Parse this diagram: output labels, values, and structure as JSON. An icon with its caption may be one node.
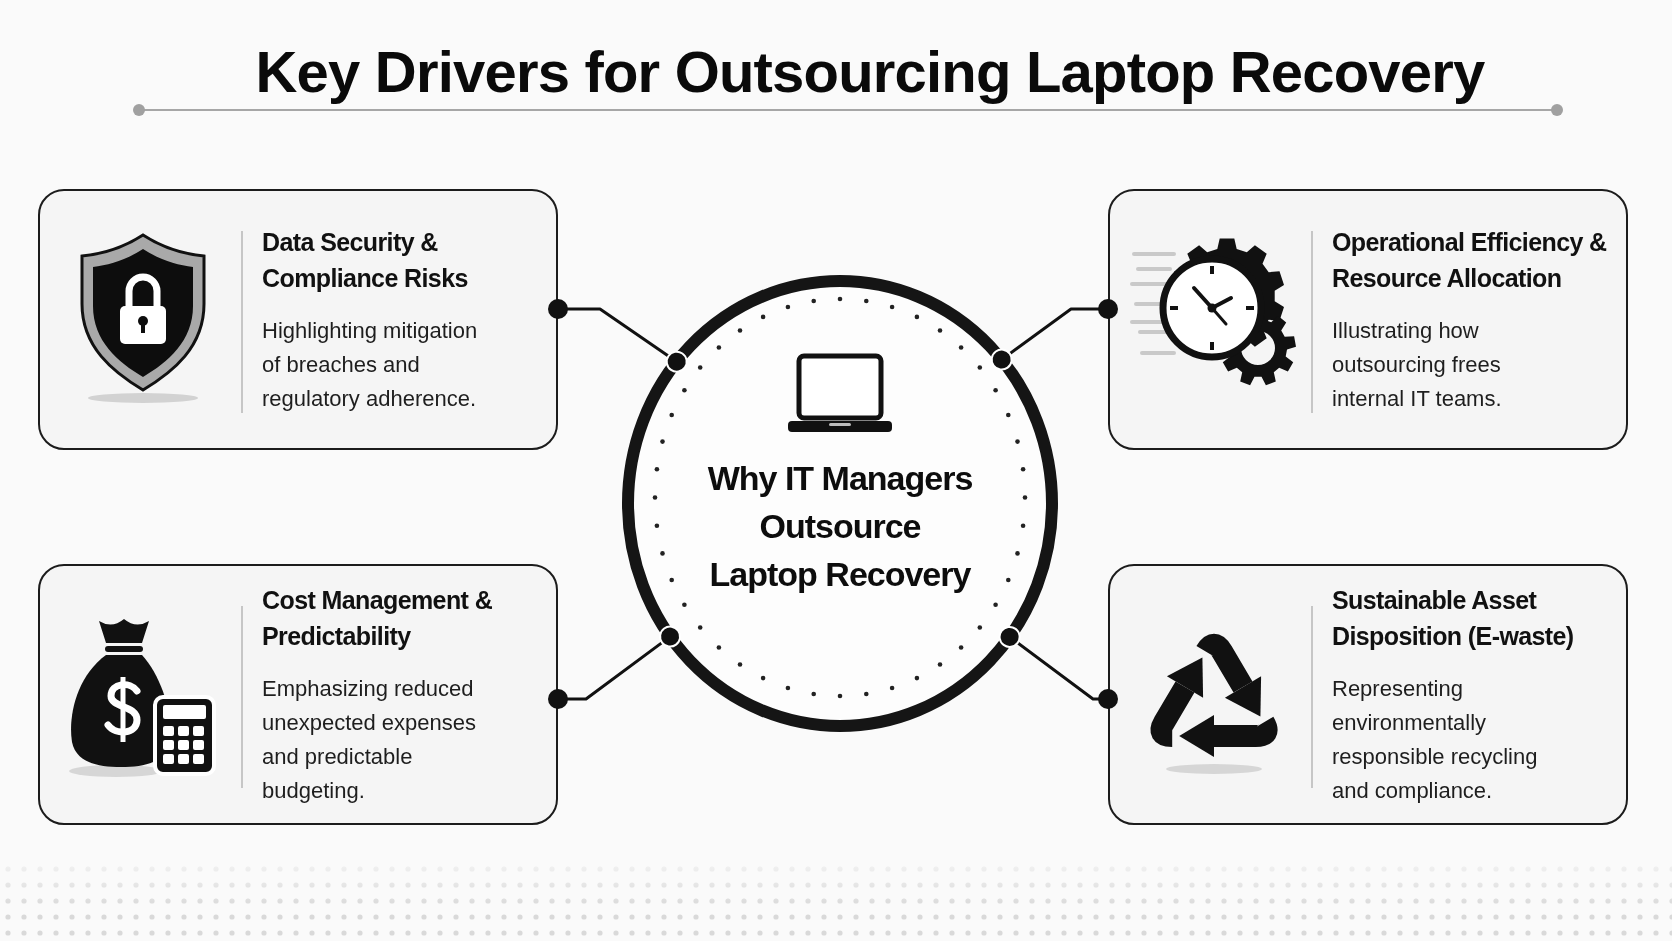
{
  "diagram": {
    "title": "Key Drivers for Outsourcing Laptop Recovery",
    "nodes": [
      {
        "text": [
          "Data Security & Compliance Risks",
          "Highlighting mitigation of breaches and regulatory adherence."
        ]
      },
      {
        "text": [
          "Operational Efficiency & Resource Allocation",
          "Illustrating how outsourcing frees internal IT teams."
        ]
      },
      {
        "text": [
          "Why IT Managers Outsource Laptop Recovery"
        ]
      },
      {
        "text": [
          "Cost Management & Predictability",
          "Emphasizing reduced unexpected expenses and predictable budgeting."
        ]
      },
      {
        "text": [
          "Sustainable Asset Disposition (E-waste)",
          "Representing environmentally responsible recycling and compliance."
        ]
      }
    ],
    "edges": [
      {
        "from": 2,
        "to": 0,
        "arrow": "other"
      },
      {
        "from": 2,
        "to": 1,
        "arrow": "other"
      },
      {
        "from": 2,
        "to": 3,
        "arrow": "other"
      },
      {
        "from": 2,
        "to": 4,
        "arrow": "other"
      }
    ]
  }
}
